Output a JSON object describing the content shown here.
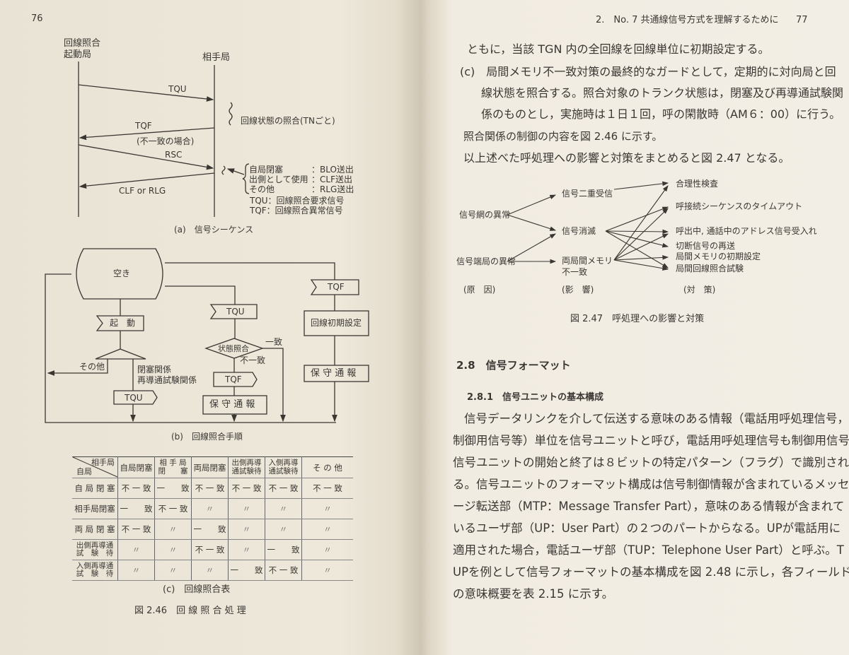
{
  "left_page": {
    "page_number": "76",
    "fig_a": {
      "originating_label_1": "回線照合",
      "originating_label_2": "起動局",
      "remote_label": "相手局",
      "msg_tqu": "TQU",
      "state_check_note": "回線状態の照合(TNごと)",
      "msg_tqf": "TQF",
      "mismatch_note": "(不一致の場合)",
      "msg_rsc": "RSC",
      "msg_clf_rlg": "CLF or RLG",
      "legend": [
        {
          "case": "自局閉塞",
          "action": "：BLO送出"
        },
        {
          "case": "出側として使用",
          "action": "：CLF送出"
        },
        {
          "case": "その他",
          "action": "：RLG送出"
        }
      ],
      "abbr_tqu": "TQU：回線照合要求信号",
      "abbr_tqf": "TQF：回線照合異常信号",
      "caption": "(a)　信号シーケンス"
    },
    "fig_b": {
      "idle": "空き",
      "start": "起　動",
      "other": "その他",
      "branch_1": "閉塞関係",
      "branch_2": "再導通試験関係",
      "tqu_out": "TQU",
      "tqu_in": "TQU",
      "state_check": "状態照合",
      "match": "一致",
      "mismatch": "不一致",
      "tqf_out": "TQF",
      "maint_1": "保 守 通 報",
      "tqf_in": "TQF",
      "init": "回線初期設定",
      "maint_2": "保 守 通 報",
      "caption": "(b)　回線照合手順"
    },
    "table": {
      "corner_top": "相手局",
      "corner_bottom": "自局",
      "columns": [
        "自局閉塞",
        "相 手 局\n閉　　塞",
        "両局閉塞",
        "出側再導\n通試験待",
        "入側再導\n通試験待",
        "そ の 他"
      ],
      "rows": [
        {
          "label": "自 局 閉 塞",
          "cells": [
            "不 一 致",
            "一　　致",
            "不 一 致",
            "不 一 致",
            "不 一 致",
            "不 一 致"
          ]
        },
        {
          "label": "相手局閉塞",
          "cells": [
            "一　　致",
            "不 一 致",
            "〃",
            "〃",
            "〃",
            "〃"
          ]
        },
        {
          "label": "両 局 閉 塞",
          "cells": [
            "不 一 致",
            "〃",
            "一　　致",
            "〃",
            "〃",
            "〃"
          ]
        },
        {
          "label": "出側再導通\n試　験　待",
          "cells": [
            "〃",
            "〃",
            "不 一 致",
            "〃",
            "一　　致",
            "〃"
          ]
        },
        {
          "label": "入側再導通\n試　験　待",
          "cells": [
            "〃",
            "〃",
            "〃",
            "一　　致",
            "不 一 致",
            "〃"
          ]
        }
      ],
      "caption": "(c)　回線照合表"
    },
    "figure_caption": "図 2.46　回 線 照 合 処 理"
  },
  "right_page": {
    "running_head": "2.　No. 7 共通線信号方式を理解するために",
    "page_number": "77",
    "intro_lines": [
      "ともに，当該 TGN 内の全回線を回線単位に初期設定する。",
      "(c)　局間メモリ不一致対策の最終的なガードとして，定期的に対向局と回",
      "線状態を照合する。照合対象のトランク状態は，閉塞及び再導通試験関",
      "係のものとし，実施時は１日１回，呼の閑散時（AM６：00）に行う。",
      "照合関係の制御の内容を図 2.46 に示す。",
      "以上述べた呼処理への影響と対策をまとめると図 2.47 となる。"
    ],
    "fig_247": {
      "causes": [
        "信号網の異常",
        "信号端局の異常"
      ],
      "effects": [
        "信号二重受信",
        "信号消滅",
        "両局間メモリ\n不一致"
      ],
      "effect_3_line1": "両局間メモリ",
      "effect_3_line2": "不一致",
      "measures": [
        "合理性検査",
        "呼接続シーケンスのタイムアウト",
        "呼出中, 通話中のアドレス信号受入れ",
        "切断信号の再送",
        "局間メモリの初期設定",
        "局間回線照合試験"
      ],
      "col_cause": "(原　因)",
      "col_effect": "(影　響)",
      "col_measure": "(対　策)",
      "caption": "図 2.47　呼処理への影響と対策"
    },
    "section_title": "2.8　信号フォーマット",
    "subsection_title": "2.8.1　信号ユニットの基本構成",
    "body_lines": [
      "信号データリンクを介して伝送する意味のある情報（電話用呼処理信号，",
      "制御用信号等）単位を信号ユニットと呼び，電話用呼処理信号も制御用信号も，",
      "信号ユニットの開始と終了は８ビットの特定パターン（フラグ）で識別され",
      "る。信号ユニットのフォーマット構成は信号制御情報が含まれているメッセ",
      "ージ転送部（MTP：Message Transfer Part），意味のある情報が含まれて",
      "いるユーザ部（UP：User Part）の２つのパートからなる。UPが電話用に",
      "適用された場合，電話ユーザ部（TUP：Telephone User Part）と呼ぶ。T",
      "UPを例として信号フォーマットの基本構成を図 2.48 に示し，各フィールド",
      "の意味概要を表 2.15 に示す。"
    ]
  }
}
